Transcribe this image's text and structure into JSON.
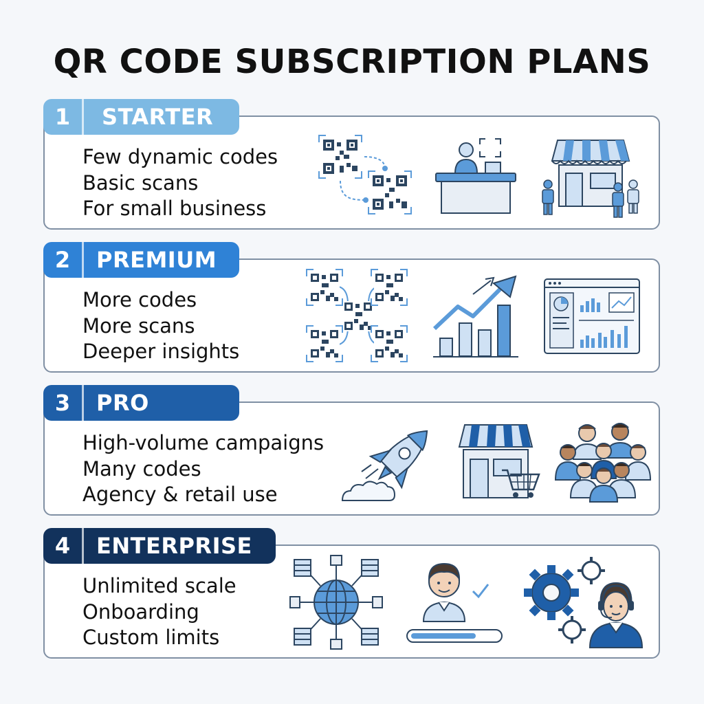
{
  "title": "QR CODE SUBSCRIPTION PLANS",
  "colors": {
    "starter": "#7db9e3",
    "premium": "#2f82d6",
    "pro": "#1f5fa8",
    "enterprise": "#12325c",
    "ink": "#2c4560",
    "accent_blue": "#5b9bd9",
    "light_blue": "#cfe1f4"
  },
  "plans": [
    {
      "number": "1",
      "name": "STARTER",
      "features": [
        "Few dynamic codes",
        "Basic scans",
        "For small business"
      ],
      "icons": [
        "linked-qr-codes-icon",
        "cashier-counter-icon",
        "storefront-with-people-icon"
      ]
    },
    {
      "number": "2",
      "name": "PREMIUM",
      "features": [
        "More codes",
        "More scans",
        "Deeper insights"
      ],
      "icons": [
        "qr-code-network-icon",
        "growth-chart-icon",
        "analytics-dashboard-icon"
      ]
    },
    {
      "number": "3",
      "name": "PRO",
      "features": [
        "High-volume campaigns",
        "Many codes",
        "Agency & retail use"
      ],
      "icons": [
        "rocket-icon",
        "storefront-cart-icon",
        "crowd-icon"
      ]
    },
    {
      "number": "4",
      "name": "ENTERPRISE",
      "features": [
        "Unlimited scale",
        "Onboarding",
        "Custom limits"
      ],
      "icons": [
        "global-server-network-icon",
        "onboarding-agent-icon",
        "gears-support-icon"
      ]
    }
  ]
}
